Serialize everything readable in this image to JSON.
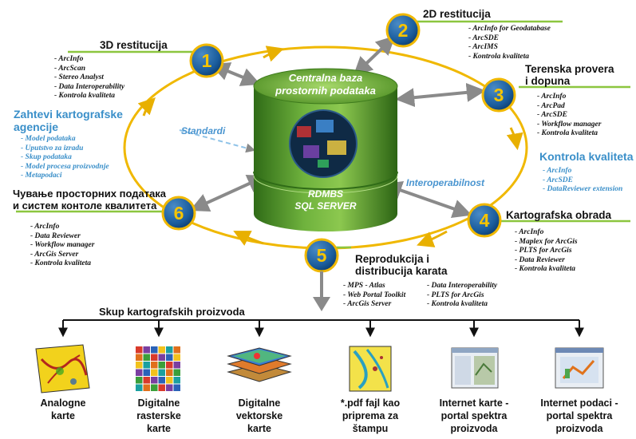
{
  "colors": {
    "ring": "#f0b800",
    "step_circle": "#1a67a8",
    "green": "#8cc63f",
    "cylinder": "#5c9c31",
    "arrow": "#888888"
  },
  "center": {
    "top_lines": [
      "Centralna baza",
      "prostornih podataka"
    ],
    "bottom_lines": [
      "RDMBS",
      "SQL SERVER"
    ]
  },
  "steps": [
    {
      "num": "1",
      "title": "3D restitucija",
      "items": [
        "ArcInfo",
        "ArcScan",
        "Stereo Analyst",
        "Data Interoperability",
        "Kontrola kvaliteta"
      ]
    },
    {
      "num": "2",
      "title": "2D restitucija",
      "items": [
        "ArcInfo for Geodatabase",
        "ArcSDE",
        "ArcIMS",
        "Kontrola kvaliteta"
      ]
    },
    {
      "num": "3",
      "title_lines": [
        "Terenska provera",
        "i dopuna"
      ],
      "items": [
        "ArcInfo",
        "ArcPad",
        "ArcSDE",
        "Workflow manager",
        "Kontrola kvaliteta"
      ]
    },
    {
      "num": "4",
      "title": "Kartografska obrada",
      "items": [
        "ArcInfo",
        "Maplex for ArcGis",
        "PLTS for ArcGis",
        "Data Reviewer",
        "Kontrola kvaliteta"
      ]
    },
    {
      "num": "5",
      "title_lines": [
        "Reprodukcija i",
        "distribucija karata"
      ],
      "items_left": [
        "MPS - Atlas",
        "Web Portal Toolkit",
        "ArcGis Server"
      ],
      "items_right": [
        "Data Interoperability",
        "PLTS for ArcGis",
        "Kontrola kvaliteta"
      ]
    },
    {
      "num": "6",
      "title_lines": [
        "Чување просторних података",
        "и систем контоле квалитета"
      ],
      "items": [
        "ArcInfo",
        "Data Reviewer",
        "Workflow manager",
        "ArcGis Server",
        "Kontrola kvaliteta"
      ]
    }
  ],
  "requirements": {
    "title_lines": [
      "Zahtevi kartografske",
      "agencije"
    ],
    "items": [
      "Model podataka",
      "Uputstvo za izradu",
      "Skup podataka",
      "Model procesa proizvodnje",
      "Metapodaci"
    ]
  },
  "kontrola": {
    "title": "Kontrola kvaliteta",
    "items": [
      "ArcInfo",
      "ArcSDE",
      "DataReviewer extension"
    ]
  },
  "labels": {
    "standardi": "Standardi",
    "interop": "Interoperabilnost"
  },
  "products": {
    "header": "Skup kartografskih proizvoda",
    "items": [
      {
        "icon": "analog-map-icon",
        "lines": [
          "Analogne",
          "karte"
        ]
      },
      {
        "icon": "raster-grid-icon",
        "lines": [
          "Digitalne",
          "rasterske",
          "karte"
        ]
      },
      {
        "icon": "vector-layers-icon",
        "lines": [
          "Digitalne",
          "vektorske",
          "karte"
        ]
      },
      {
        "icon": "pdf-map-icon",
        "lines": [
          "*.pdf fajl kao",
          "priprema za",
          "štampu"
        ]
      },
      {
        "icon": "internet-map-icon",
        "lines": [
          "Internet karte -",
          "portal spektra",
          "proizvoda"
        ]
      },
      {
        "icon": "internet-data-icon",
        "lines": [
          "Internet podaci -",
          "portal spektra",
          "proizvoda"
        ]
      }
    ]
  }
}
